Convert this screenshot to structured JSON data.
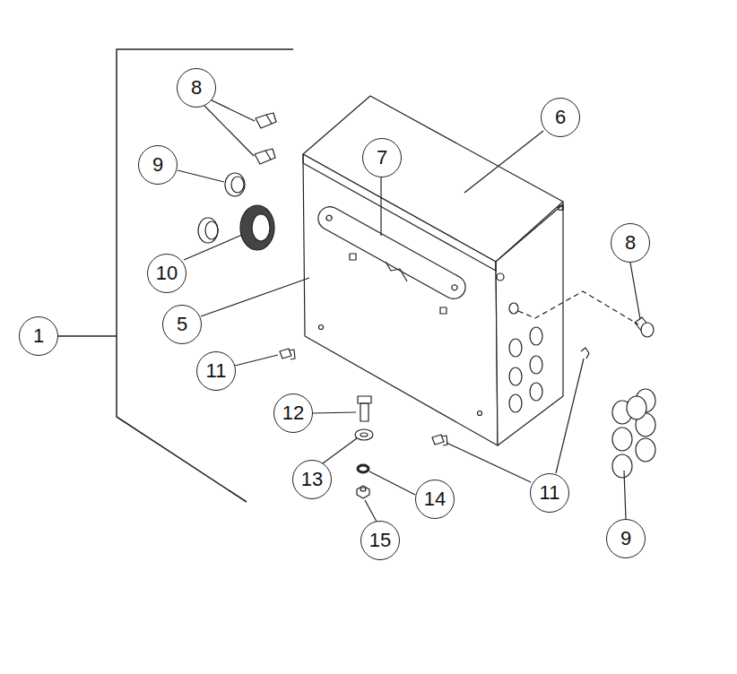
{
  "diagram": {
    "nodes": [
      {
        "text": [
          "8"
        ]
      },
      {
        "text": [
          "6"
        ]
      },
      {
        "text": [
          "7"
        ]
      },
      {
        "text": [
          "9"
        ]
      },
      {
        "text": [
          "8"
        ]
      },
      {
        "text": [
          "10"
        ]
      },
      {
        "text": [
          "5"
        ]
      },
      {
        "text": [
          "1"
        ]
      },
      {
        "text": [
          "11"
        ]
      },
      {
        "text": [
          "12"
        ]
      },
      {
        "text": [
          "13"
        ]
      },
      {
        "text": [
          "11"
        ]
      },
      {
        "text": [
          "14"
        ]
      },
      {
        "text": [
          "9"
        ]
      },
      {
        "text": [
          "15"
        ]
      }
    ]
  }
}
